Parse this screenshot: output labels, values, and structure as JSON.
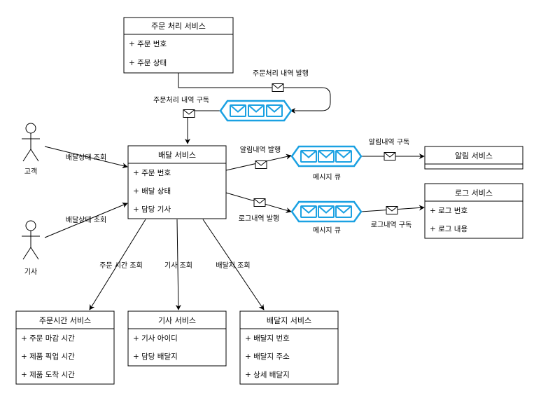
{
  "classes": {
    "order_processing": {
      "title": "주문 처리 서비스",
      "attrs": [
        "+ 주문 번호",
        "+ 주문 상태"
      ]
    },
    "delivery": {
      "title": "배달 서비스",
      "attrs": [
        "+ 주문 번호",
        "+ 배달 상태",
        "+ 담당 기사"
      ]
    },
    "notification": {
      "title": "알림 서비스",
      "attrs": []
    },
    "log": {
      "title": "로그 서비스",
      "attrs": [
        "+ 로그 번호",
        "+ 로그 내용"
      ]
    },
    "order_time": {
      "title": "주문시간 서비스",
      "attrs": [
        "+ 주문 마감 시간",
        "+ 제품 픽업 시간",
        "+ 제품 도착 시간"
      ]
    },
    "driver": {
      "title": "기사 서비스",
      "attrs": [
        "+ 기사 아이디",
        "+ 담당 배달지"
      ]
    },
    "destination": {
      "title": "배달지 서비스",
      "attrs": [
        "+ 배달지 번호",
        "+ 배달지 주소",
        "+ 상세 배달지"
      ]
    }
  },
  "actors": {
    "customer": "고객",
    "driver": "기사"
  },
  "queues": {
    "queue1": "",
    "queue2": "메시지 큐",
    "queue3": "메시지 큐"
  },
  "edge_labels": {
    "order_publish": "주문처리 내역 발행",
    "order_subscribe": "주문처리 내역 구독",
    "customer_query": "배달상태 조회",
    "driver_query": "배달상태 조회",
    "notify_publish": "알림내역 발행",
    "notify_subscribe": "알림내역 구독",
    "log_publish": "로그내역 발행",
    "log_subscribe": "로그내역 구독",
    "order_time_query": "주문 시간 조회",
    "driver_lookup": "기사 조회",
    "destination_lookup": "배달지 조회"
  },
  "colors": {
    "queue": "#1ba1e2",
    "queue_fill": "#ffffff",
    "line": "#000000",
    "box_fill": "#ffffff"
  }
}
